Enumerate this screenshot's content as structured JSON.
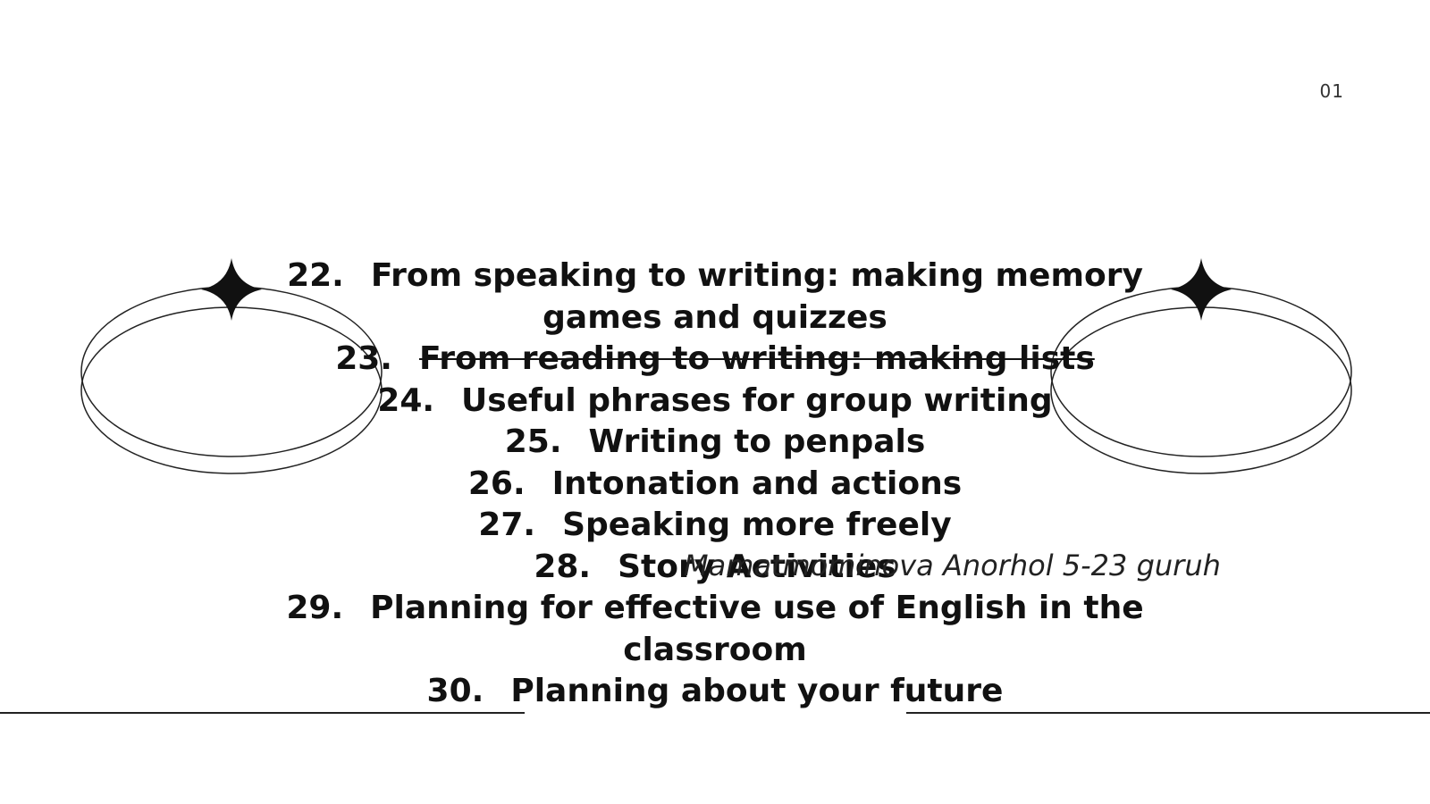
{
  "page_number": "01",
  "author": "Mamatmominova Anorhol 5-23 guruh",
  "topics": [
    {
      "num": "22.",
      "text": "From speaking to writing: making memory games and quizzes"
    },
    {
      "num": "23.",
      "text": "From reading to writing: making lists"
    },
    {
      "num": "24.",
      "text": "Useful phrases for group writing"
    },
    {
      "num": "25.",
      "text": "Writing to penpals"
    },
    {
      "num": "26.",
      "text": "Intonation and actions"
    },
    {
      "num": "27.",
      "text": "Speaking more freely"
    },
    {
      "num": "28.",
      "text": "Story Activities"
    },
    {
      "num": "29.",
      "text": "Planning for effective use of English in the classroom"
    },
    {
      "num": "30.",
      "text": "Planning about your future"
    }
  ]
}
